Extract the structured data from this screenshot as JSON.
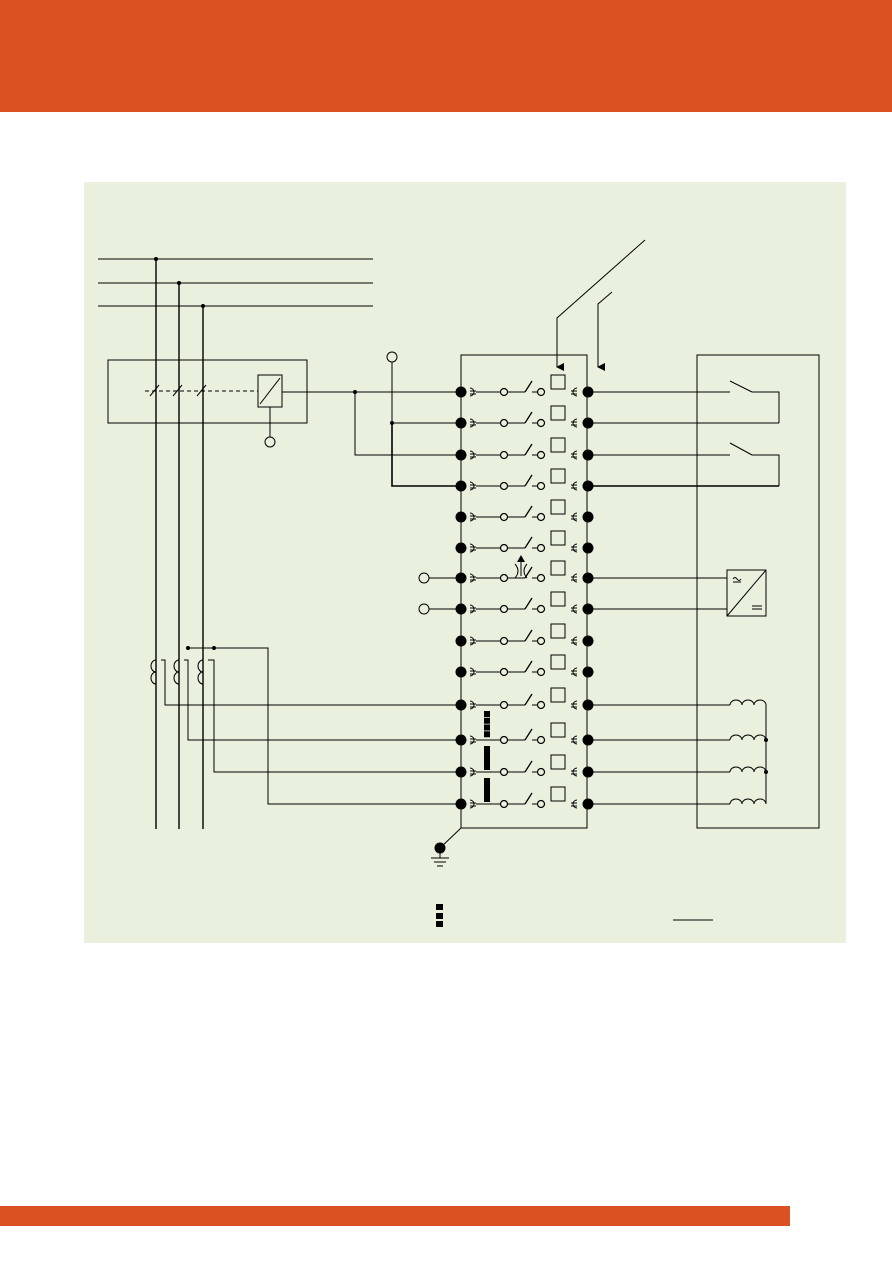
{
  "colors": {
    "accent": "#dc5122",
    "panel_background": "#e9f1de",
    "ink": "#000000",
    "page_background": "#ffffff"
  },
  "icons": {
    "header": "orange-band",
    "footer": "orange-band",
    "earth": "ground-icon",
    "converter": "ac-dc-converter-icon",
    "breaker": "circuit-breaker-icon",
    "relay": "relay-coil-icon",
    "current_transformer": "current-transformer-icon",
    "terminal_block": "test-terminal-block",
    "legend_marker": "short-circuit-bridge-icon"
  },
  "diagram": {
    "terminal_rows": 14,
    "bridged_rows": [
      11,
      12,
      13,
      14
    ],
    "lamp_row": 7,
    "relay_rows_with_contacts": [
      1,
      3
    ]
  }
}
